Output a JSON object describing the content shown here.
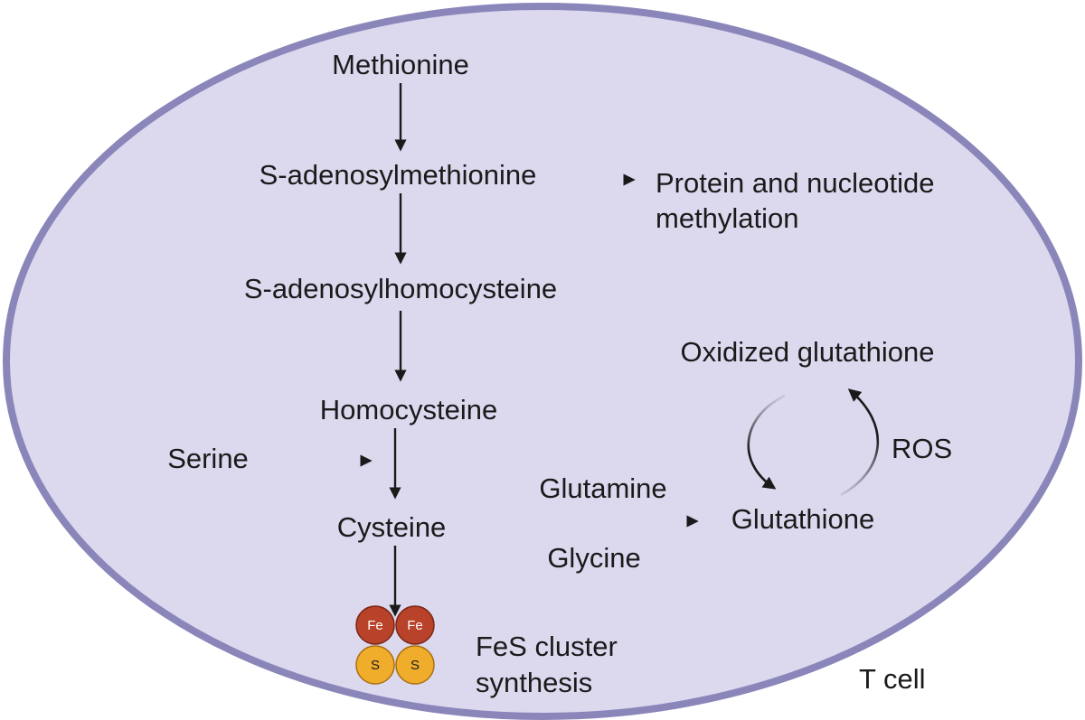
{
  "diagram": {
    "cell_label": "T cell",
    "colors": {
      "cell_fill": "#dcd8ee",
      "cell_border": "#8a86ba",
      "iron": "#b8422a",
      "sulfur": "#f0ad2c",
      "arrow": "#1a1a1a"
    },
    "nodes": {
      "methionine": "Methionine",
      "sam": "S-adenosylmethionine",
      "methylation_line1": "Protein and nucleotide",
      "methylation_line2": "methylation",
      "sah": "S-adenosylhomocysteine",
      "homocysteine": "Homocysteine",
      "serine": "Serine",
      "cysteine": "Cysteine",
      "glutamine": "Glutamine",
      "glycine": "Glycine",
      "glutathione": "Glutathione",
      "oxidized_glutathione": "Oxidized glutathione",
      "ros": "ROS",
      "fes_line1": "FeS cluster",
      "fes_line2": "synthesis"
    },
    "fes_cluster": {
      "iron_label": "Fe",
      "sulfur_label": "S"
    },
    "edges": [
      {
        "from": "Methionine",
        "to": "S-adenosylmethionine"
      },
      {
        "from": "S-adenosylmethionine",
        "to": "Protein and nucleotide methylation"
      },
      {
        "from": "S-adenosylmethionine",
        "to": "S-adenosylhomocysteine"
      },
      {
        "from": "S-adenosylhomocysteine",
        "to": "Homocysteine"
      },
      {
        "from": "Homocysteine",
        "to": "Cysteine"
      },
      {
        "from": "Serine",
        "to": "Cysteine"
      },
      {
        "from": "Cysteine",
        "to": "Glutathione"
      },
      {
        "from": "Cysteine",
        "to": "FeS cluster synthesis"
      },
      {
        "from": "Glutathione",
        "to": "Oxidized glutathione"
      },
      {
        "from": "Oxidized glutathione",
        "to": "Glutathione"
      }
    ]
  }
}
